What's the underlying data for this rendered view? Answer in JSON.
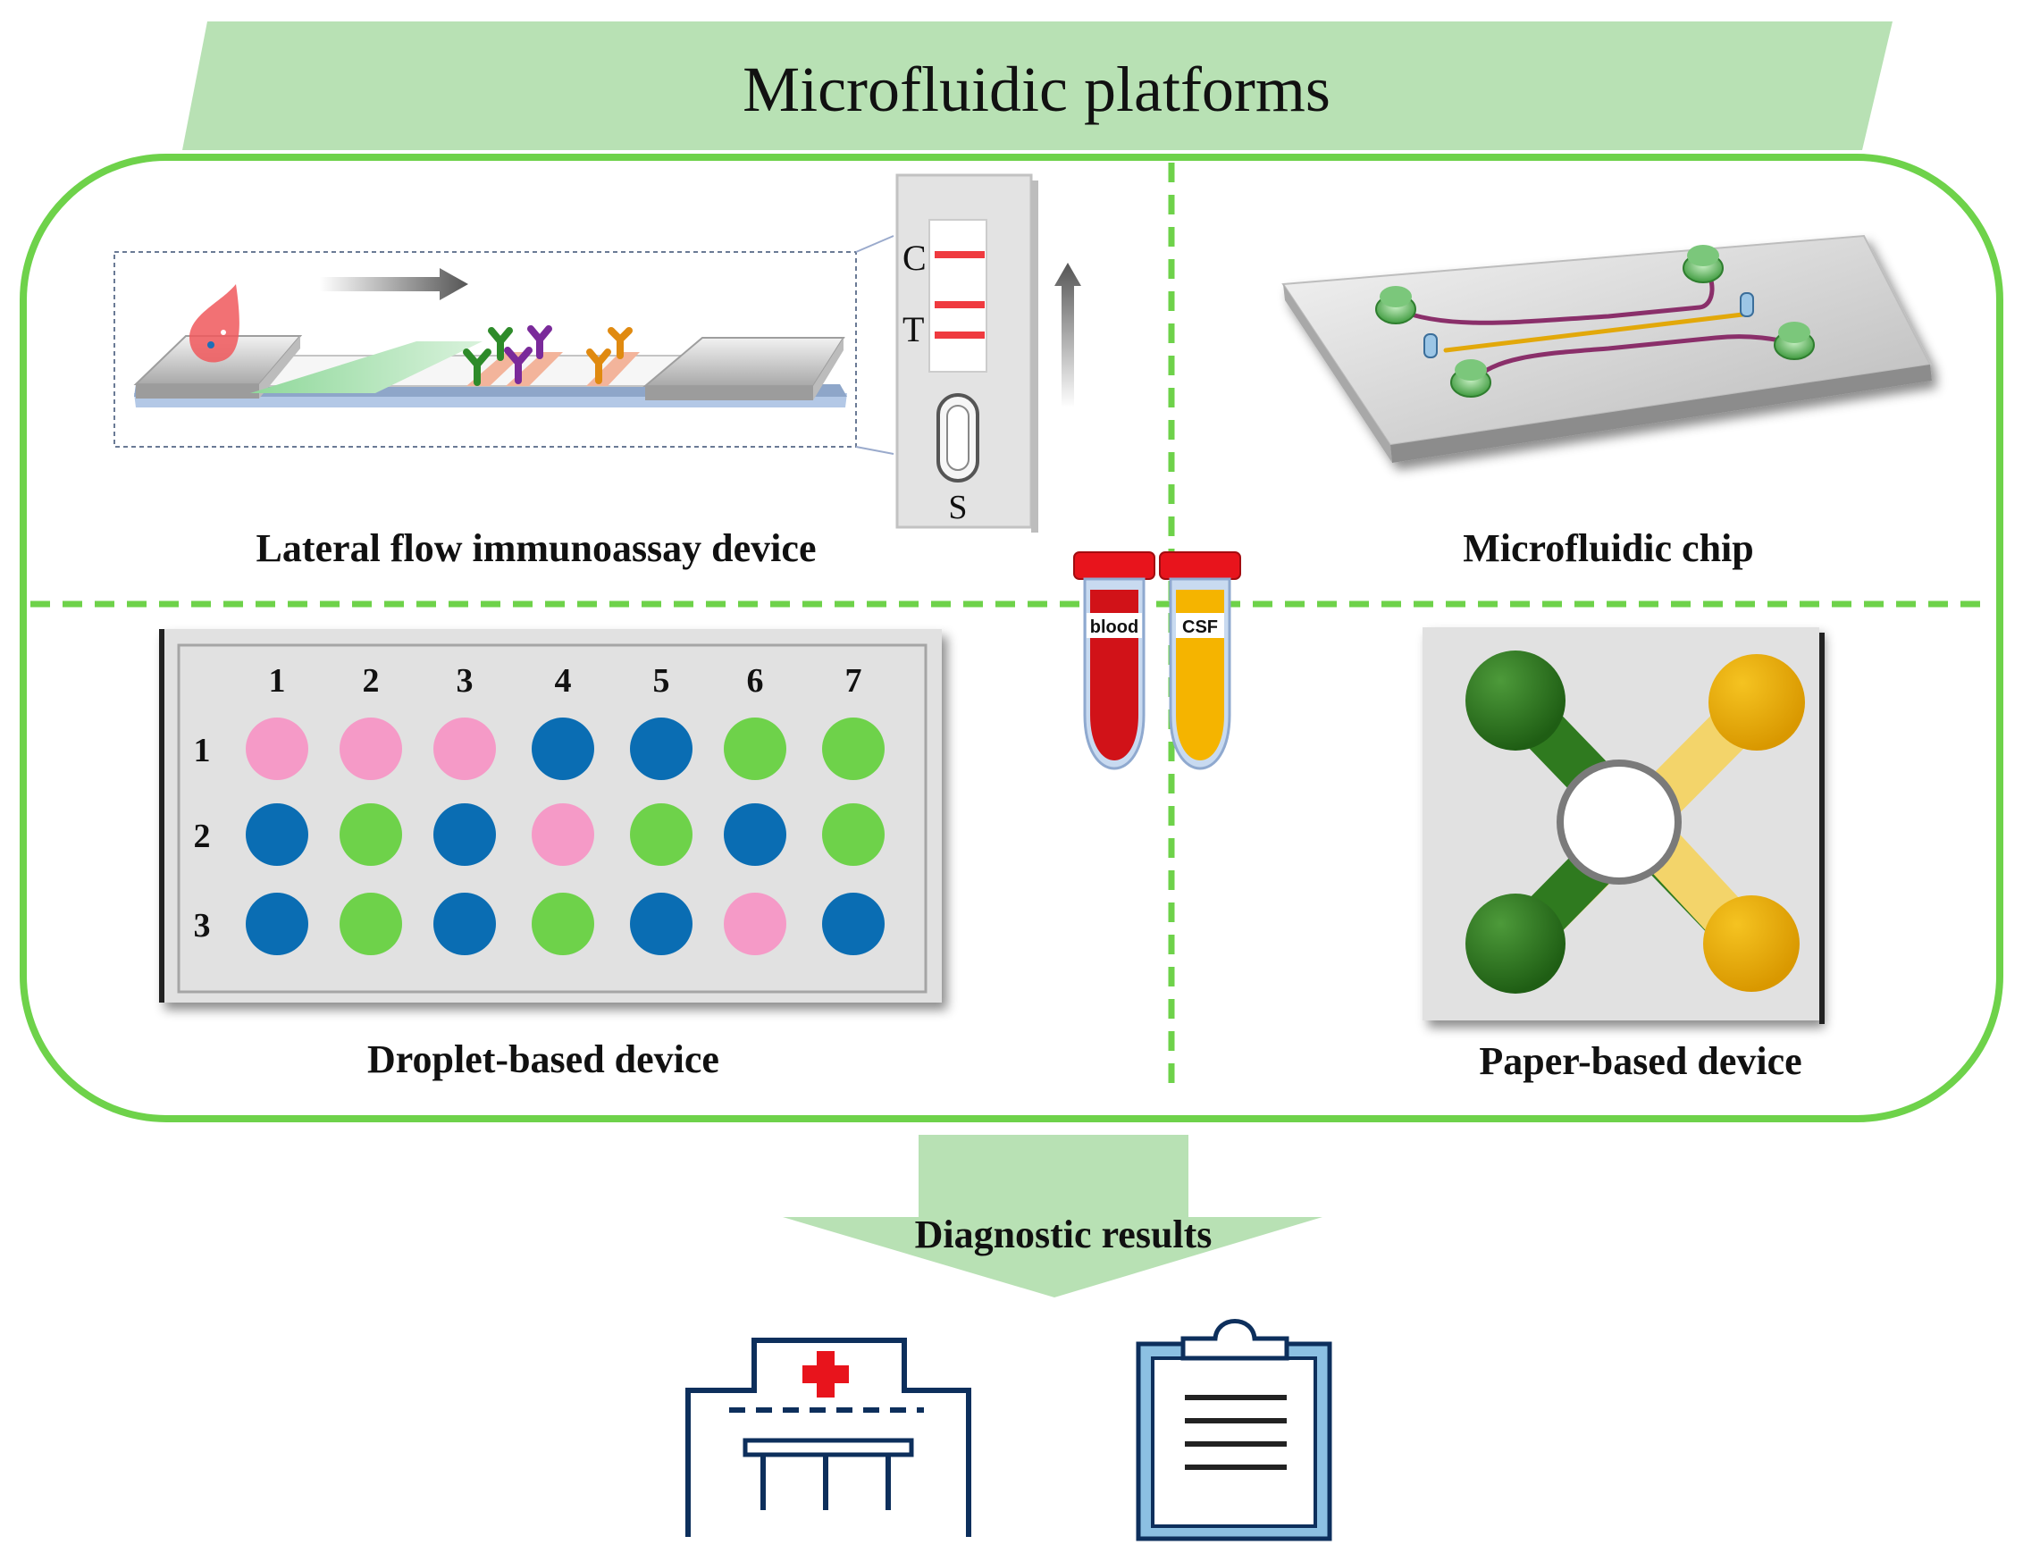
{
  "title": "Microfluidic platforms",
  "quadrants": {
    "top_left": "Lateral flow immunoassay device",
    "top_right": "Microfluidic chip",
    "bottom_left": "Droplet-based device",
    "bottom_right": "Paper-based device"
  },
  "strip": {
    "control_label": "C",
    "test_label": "T",
    "sample_label": "S"
  },
  "tubes": [
    {
      "label": "blood",
      "color": "#d11218"
    },
    {
      "label": "CSF",
      "color": "#f5b400"
    }
  ],
  "droplet_grid": {
    "columns": [
      "1",
      "2",
      "3",
      "4",
      "5",
      "6",
      "7"
    ],
    "rows": [
      "1",
      "2",
      "3"
    ],
    "palette": {
      "pink": "#f59ac7",
      "blue": "#0a6db3",
      "green": "#6ed24a"
    },
    "cells": [
      [
        "pink",
        "pink",
        "pink",
        "blue",
        "blue",
        "green",
        "green"
      ],
      [
        "blue",
        "green",
        "blue",
        "pink",
        "green",
        "blue",
        "green"
      ],
      [
        "blue",
        "green",
        "blue",
        "green",
        "blue",
        "pink",
        "blue"
      ]
    ]
  },
  "result": "Diagnostic results",
  "icons": [
    "hospital-icon",
    "clipboard-icon"
  ],
  "colors": {
    "frame": "#6ed24a",
    "banner": "#b8e1b4",
    "paper_green": "#2f7a1f",
    "paper_yellow": "#e6a800"
  }
}
